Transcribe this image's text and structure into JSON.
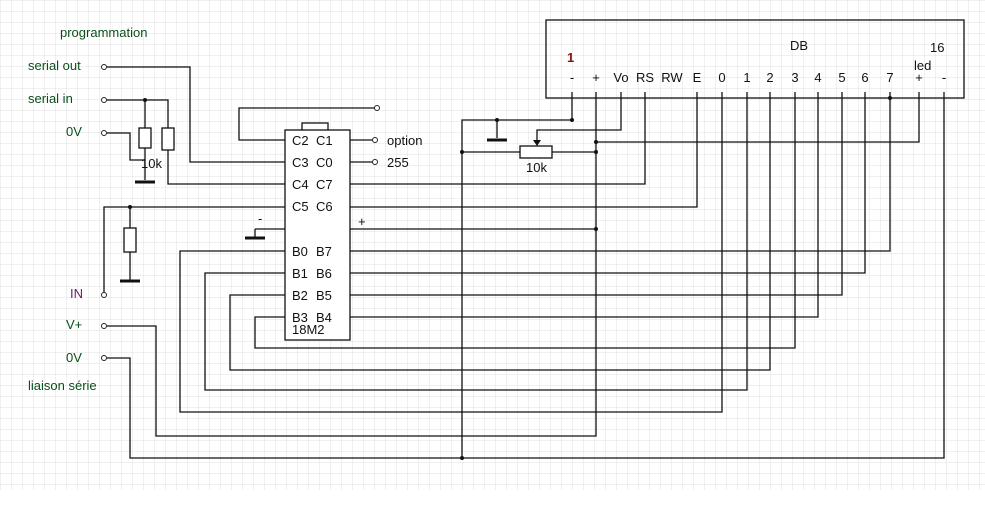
{
  "labels": {
    "programmation": "programmation",
    "serial_out": "serial out",
    "serial_in": "serial in",
    "ov_top": "0V",
    "in": "IN",
    "vplus": "V+",
    "ov_bottom": "0V",
    "liaison": "liaison série",
    "option": "option",
    "n255": "255",
    "r10k_left": "10k",
    "r10k_pot": "10k",
    "chip": "18M2",
    "minus_sign": "-",
    "plus_sign": "+"
  },
  "chip_pins": {
    "left": [
      "C2",
      "C3",
      "C4",
      "C5",
      "B0",
      "B1",
      "B2",
      "B3"
    ],
    "right": [
      "C1",
      "C0",
      "C7",
      "C6",
      "B7",
      "B6",
      "B5",
      "B4"
    ]
  },
  "lcd": {
    "db": "DB",
    "one": "1",
    "sixteen": "16",
    "led": "led",
    "pins": [
      "-",
      "+",
      "Vo",
      "RS",
      "RW",
      "E",
      "0",
      "1",
      "2",
      "3",
      "4",
      "5",
      "6",
      "7",
      "+",
      "-"
    ]
  },
  "colors": {
    "grid": "#d8d8d8",
    "wire": "#111111",
    "label_green": "#0a4f1a",
    "label_purple": "#6a1a6a",
    "label_red": "#8a1010"
  }
}
